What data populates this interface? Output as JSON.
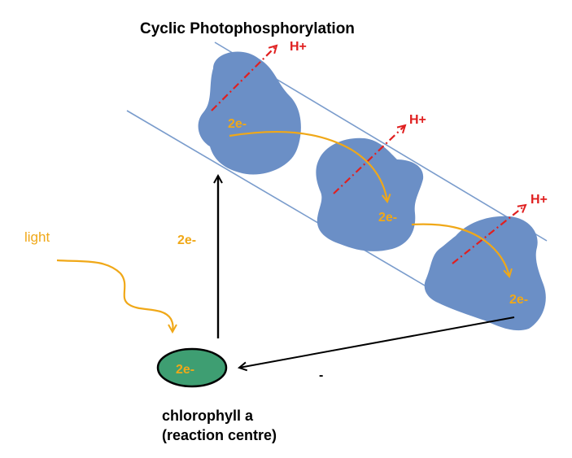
{
  "title": "Cyclic Photophosphorylation",
  "light_label": "light",
  "reaction_centre": {
    "label_line1": "chlorophyll a",
    "label_line2": "(reaction centre)",
    "electrons": "2e-"
  },
  "excitation_label": "2e-",
  "carriers": [
    {
      "electrons": "2e-",
      "proton": "H+"
    },
    {
      "electrons": "2e-",
      "proton": "H+"
    },
    {
      "electrons": "2e-",
      "proton": "H+"
    }
  ],
  "return_mark": "-",
  "colors": {
    "carrier": "#6b8fc6",
    "membrane": "#7a9ccc",
    "electron_path": "#f0a818",
    "proton_path": "#e02020",
    "chlorophyll": "#3e9e72",
    "arrow": "#000000"
  }
}
